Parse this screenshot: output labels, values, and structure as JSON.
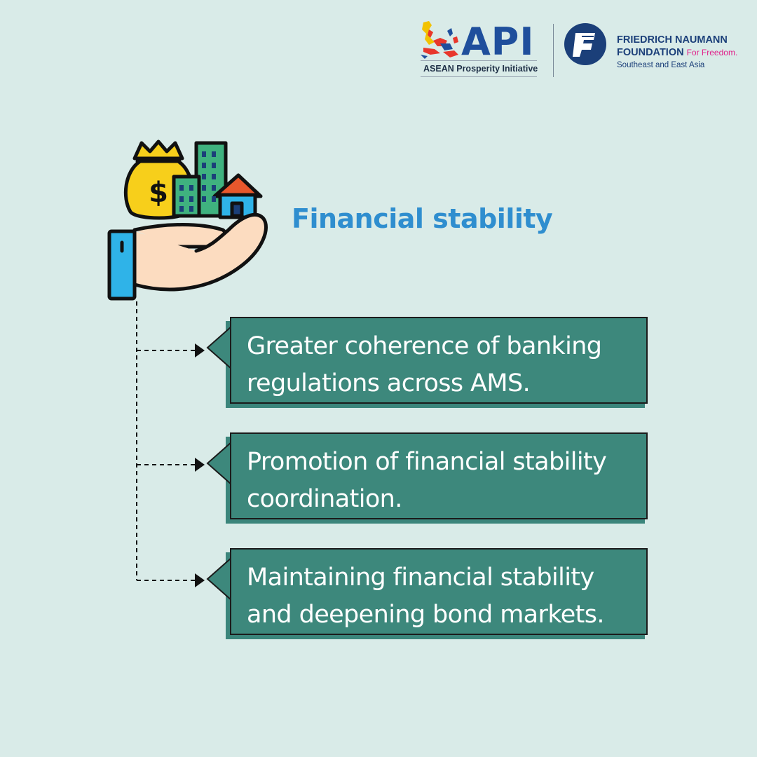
{
  "header": {
    "api_logo_text": "API",
    "api_subtitle": "ASEAN Prosperity Initiative",
    "fnf_name_line1": "FRIEDRICH NAUMANN",
    "fnf_name_line2": "FOUNDATION",
    "fnf_tagline": "For Freedom.",
    "fnf_region": "Southeast and East Asia",
    "fnf_icon_letter": "F"
  },
  "main": {
    "title": "Financial stability",
    "hero_icon": "hand-holding-money-buildings-icon",
    "items": [
      {
        "text": "Greater coherence of banking regulations across AMS."
      },
      {
        "text": "Promotion of financial stability coordination."
      },
      {
        "text": "Maintaining financial stability and deepening bond markets."
      }
    ]
  },
  "colors": {
    "background": "#d9ebe8",
    "title": "#2f8ecf",
    "card": "#3d887c",
    "api_blue": "#1f4f9c",
    "fnf_navy": "#1b3f79",
    "fnf_magenta": "#e0208a"
  }
}
